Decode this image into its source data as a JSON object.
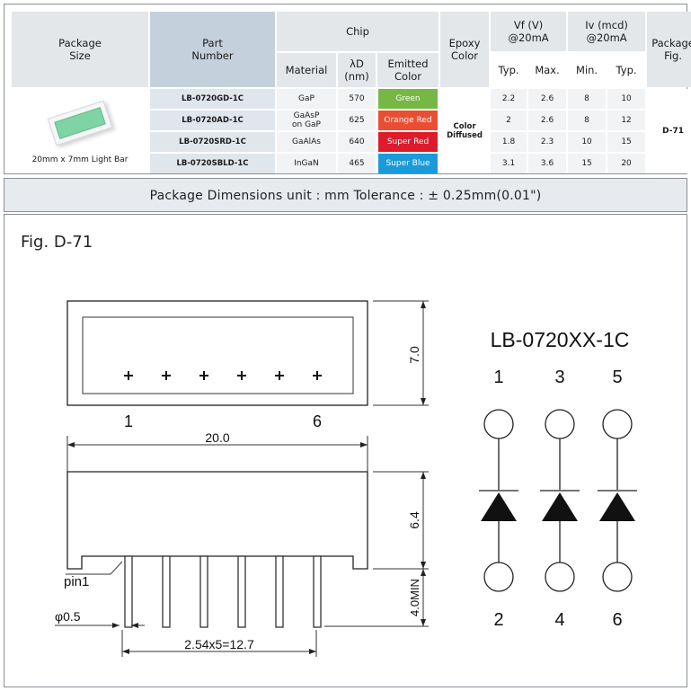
{
  "table": {
    "headers": {
      "package_size": "Package\nSize",
      "part_number": "Part\nNumber",
      "chip": "Chip",
      "material": "Material",
      "lambda": "λD\n(nm)",
      "emitted": "Emitted\nColor",
      "epoxy": "Epoxy\nColor",
      "vf": "Vf (V)\n@20mA",
      "iv": "Iv (mcd)\n@20mA",
      "fig": "Package\nFig.",
      "vf_typ": "Typ.",
      "vf_max": "Max.",
      "iv_min": "Min.",
      "iv_typ": "Typ."
    },
    "package_label": "20mm x 7mm Light Bar",
    "epoxy_value": "Color\nDiffused",
    "fig_value": "D-71",
    "rows": [
      {
        "part": "LB-0720GD-1C",
        "material": "GaP",
        "wavelength": "570",
        "color": "Green",
        "color_hex": "#76b843",
        "vf_typ": "2.2",
        "vf_max": "2.6",
        "iv_min": "8",
        "iv_typ": "10"
      },
      {
        "part": "LB-0720AD-1C",
        "material": "GaAsP\non GaP",
        "wavelength": "625",
        "color": "Orange Red",
        "color_hex": "#ea4e32",
        "vf_typ": "2",
        "vf_max": "2.6",
        "iv_min": "8",
        "iv_typ": "12"
      },
      {
        "part": "LB-0720SRD-1C",
        "material": "GaAlAs",
        "wavelength": "640",
        "color": "Super Red",
        "color_hex": "#dc1c2c",
        "vf_typ": "1.8",
        "vf_max": "2.3",
        "iv_min": "10",
        "iv_typ": "15"
      },
      {
        "part": "LB-0720SBLD-1C",
        "material": "InGaN",
        "wavelength": "465",
        "color": "Super Blue",
        "color_hex": "#1b9ad9",
        "vf_typ": "3.1",
        "vf_max": "3.6",
        "iv_min": "15",
        "iv_typ": "20"
      }
    ]
  },
  "dimensions_bar": "Package Dimensions   unit : mm  Tolerance : ± 0.25mm(0.01\")",
  "figure": {
    "title": "Fig. D-71",
    "front_pin_left": "1",
    "front_pin_right": "6",
    "height_label": "7.0",
    "width_label": "20.0",
    "body_height_label": "6.4",
    "lead_length_label": "4.0MIN",
    "pin1_label": "pin1",
    "lead_diameter_label": "φ0.5",
    "pitch_label": "2.54x5=12.7",
    "schematic_title": "LB-0720XX-1C",
    "anodes": [
      "1",
      "3",
      "5"
    ],
    "cathodes": [
      "2",
      "4",
      "6"
    ]
  }
}
